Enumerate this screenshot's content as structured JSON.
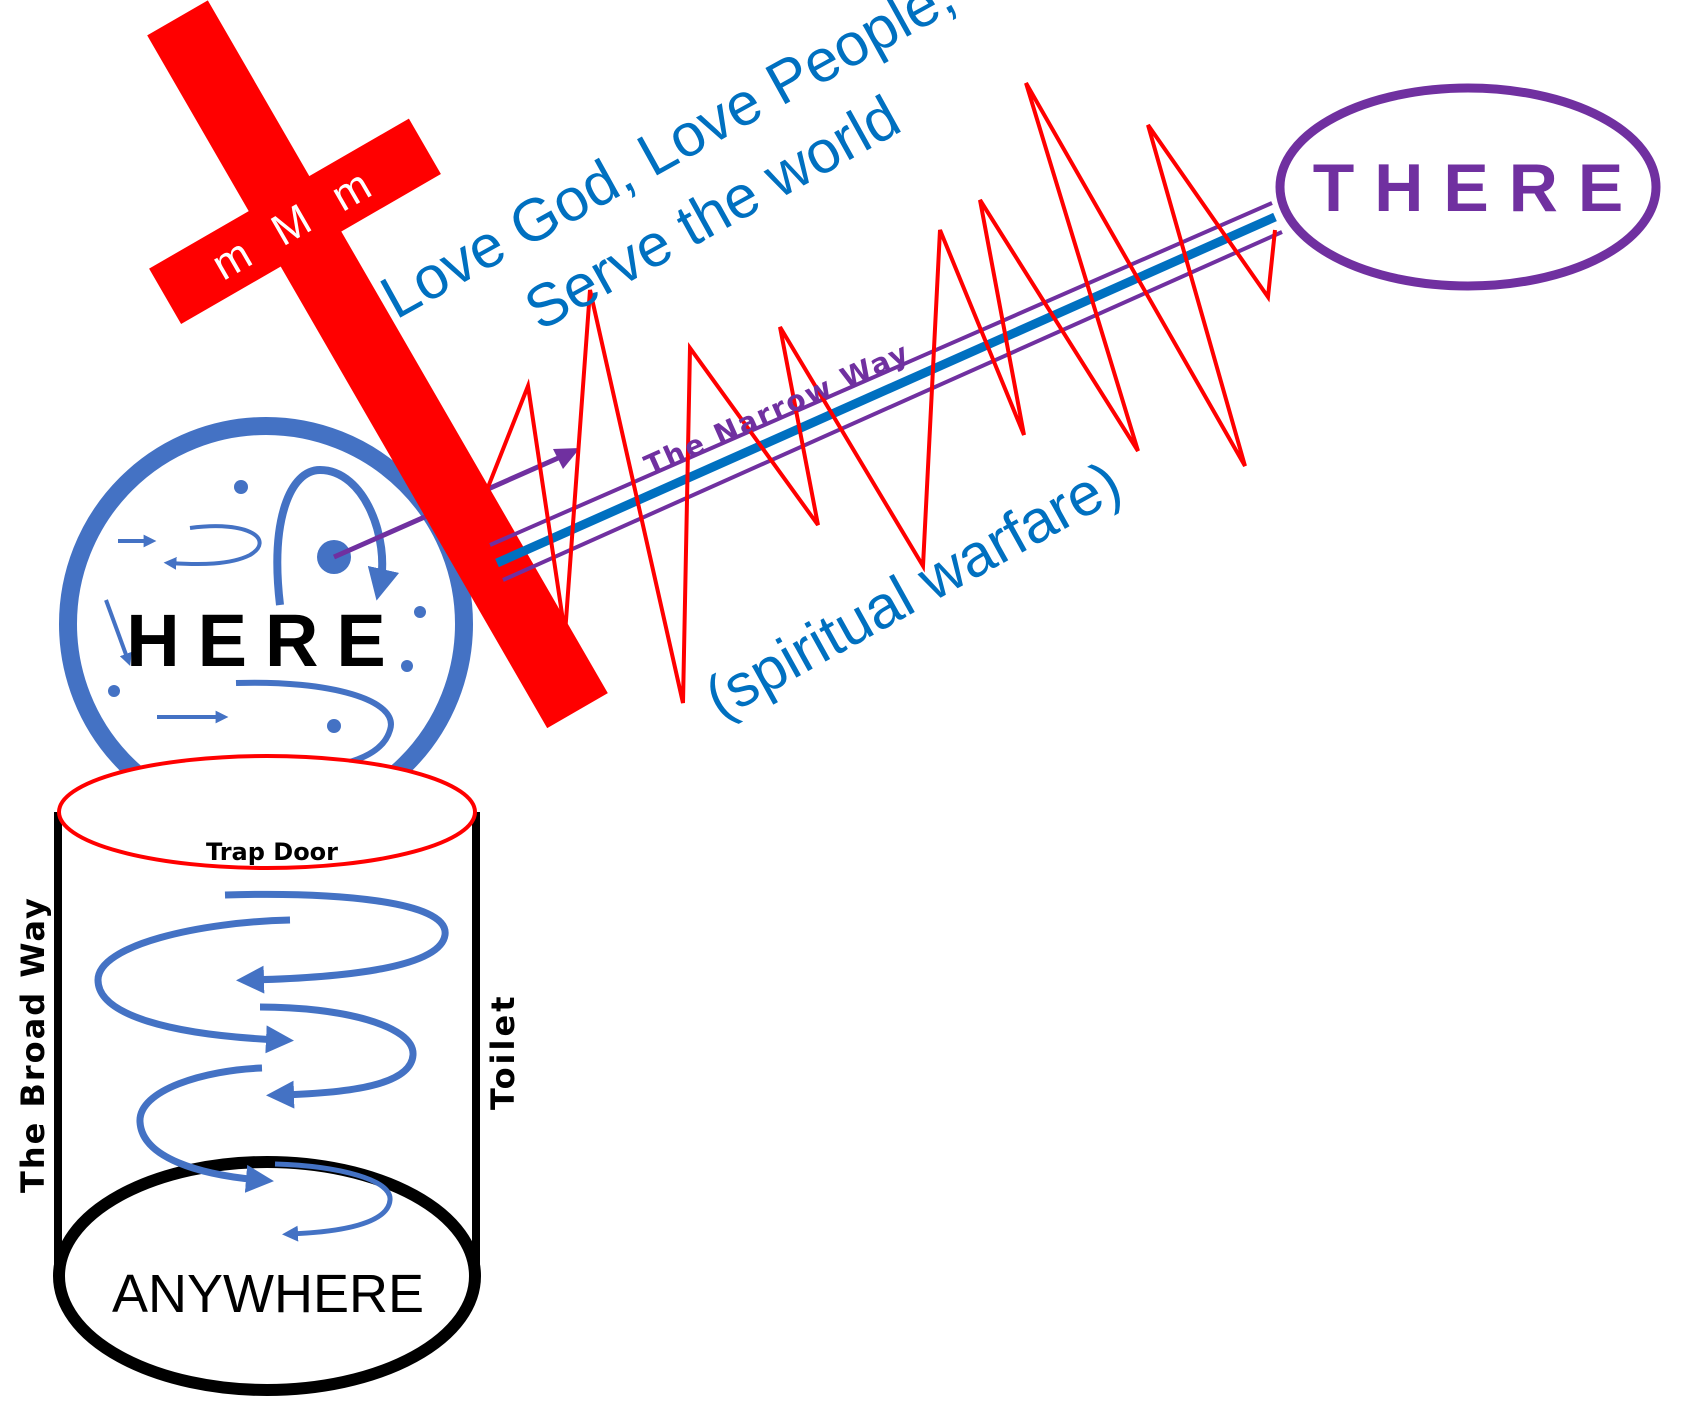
{
  "cross": {
    "inscription": "m M m",
    "color": "#ff0000"
  },
  "motto": {
    "line1": "Love God, Love People,",
    "line2": "Serve the world"
  },
  "narrow_way_label": "The Narrow Way",
  "spiritual_warfare": "(spiritual warfare)",
  "here_label": "HERE",
  "there_label": "THERE",
  "anywhere_label": "ANYWHERE",
  "trap_door_label": "Trap Door",
  "broad_way_label": "The Broad Way",
  "toilet_label": "Toilet",
  "colors": {
    "red": "#ff0000",
    "blue": "#4472c4",
    "text_blue": "#0070c0",
    "purple": "#7030a0",
    "black": "#000000"
  }
}
